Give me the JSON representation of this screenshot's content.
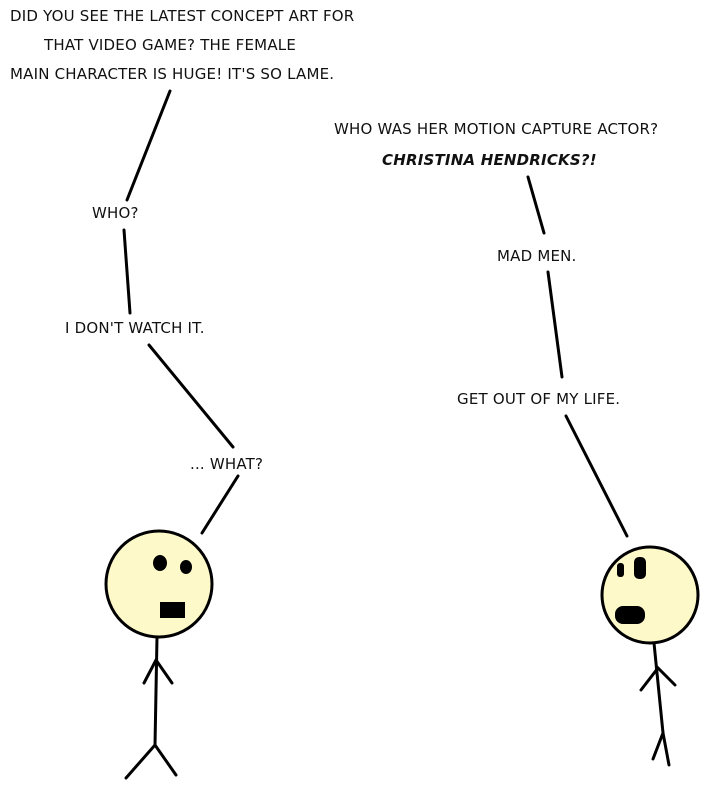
{
  "left_character": {
    "lines": [
      "DID YOU SEE THE LATEST CONCEPT ART FOR",
      "THAT VIDEO GAME? THE FEMALE",
      "MAIN CHARACTER IS HUGE! IT'S SO LAME.",
      "WHO?",
      "I DON'T WATCH IT.",
      "... WHAT?"
    ]
  },
  "right_character": {
    "lines": [
      "WHO WAS HER MOTION CAPTURE ACTOR?",
      "CHRISTINA HENDRICKS?!",
      "MAD MEN.",
      "GET OUT OF MY LIFE."
    ]
  },
  "colors": {
    "head_fill": "#fdf9c9",
    "ink": "#000000",
    "background": "#ffffff"
  }
}
